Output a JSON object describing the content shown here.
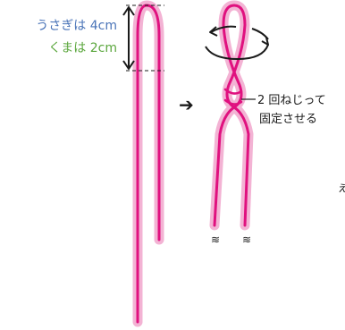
{
  "labels": {
    "rabbit": "うさぎは 4cm",
    "bear": "くまは 2cm",
    "twist_line1": "2 回ねじって",
    "twist_line2": "固定させる",
    "cut_edge": "ぇ"
  },
  "symbols": {
    "step_arrow": "➔",
    "cut_mark_left": "≋",
    "cut_mark_right": "≋"
  },
  "colors": {
    "rabbit_text": "#4a74b8",
    "bear_text": "#5aa63c",
    "cord": "#e0117f",
    "cord_halo": "#f3b3d4",
    "ink": "#1a1a1a"
  }
}
